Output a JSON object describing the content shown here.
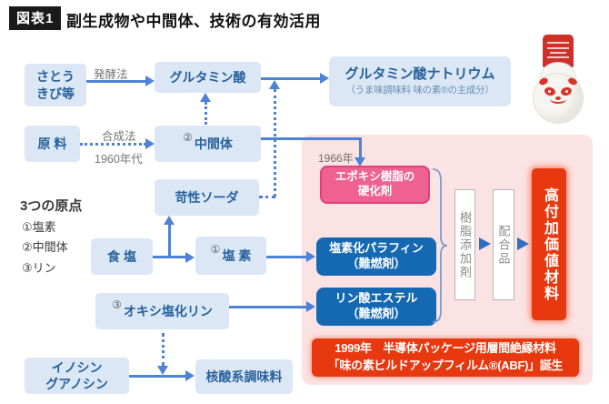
{
  "header": {
    "badge": "図表1",
    "title": "副生成物や中間体、技術の有効活用"
  },
  "labels": {
    "fermentation": "発酵法",
    "synthesis": "合成法",
    "era1960": "1960年代",
    "year1966": "1966年"
  },
  "origins": {
    "heading": "3つの原点",
    "items": [
      "①塩素",
      "②中間体",
      "③リン"
    ]
  },
  "boxes": {
    "sugarcane": {
      "line1": "さとう",
      "line2": "きび等"
    },
    "glutamic_acid": "グルタミン酸",
    "msg": {
      "title": "グルタミン酸ナトリウム",
      "subtitle": "（うま味調味料 味の素®の主成分）"
    },
    "raw_material": "原 料",
    "intermediate": {
      "num": "②",
      "label": "中間体"
    },
    "caustic_soda": "苛性ソーダ",
    "salt": "食 塩",
    "chlorine": {
      "num": "①",
      "label": "塩 素"
    },
    "phosphorus_oxychloride": {
      "num": "③",
      "label": "オキシ塩化リン"
    },
    "inosine": {
      "line1": "イノシン",
      "line2": "グアノシン"
    },
    "nucleic_seasoning": "核酸系調味料",
    "epoxy_hardener": {
      "line1": "エポキシ樹脂の",
      "line2": "硬化剤"
    },
    "chlorinated_paraffin": {
      "line1": "塩素化パラフィン",
      "line2": "（難燃剤）"
    },
    "phosphate_ester": {
      "line1": "リン酸エステル",
      "line2": "（難燃剤）"
    },
    "resin_additive": "樹脂添加剤",
    "compound": "配合品",
    "high_value_material": "高付加価値材料"
  },
  "banner": {
    "line1": "1999年　半導体パッケージ用層間絶縁材料",
    "line2": "「味の素ビルドアップフィルム®(ABF)」誕生"
  },
  "colors": {
    "box_blue_bg": "#dbe7f4",
    "box_blue_text": "#27619c",
    "arrow_blue": "#4d82d6",
    "pink_zone_bg": "#fbe3e3",
    "epoxy_pink": "#ef6191",
    "deep_blue": "#1569b3",
    "accent_red": "#e8380f",
    "gray_label": "#757575"
  }
}
